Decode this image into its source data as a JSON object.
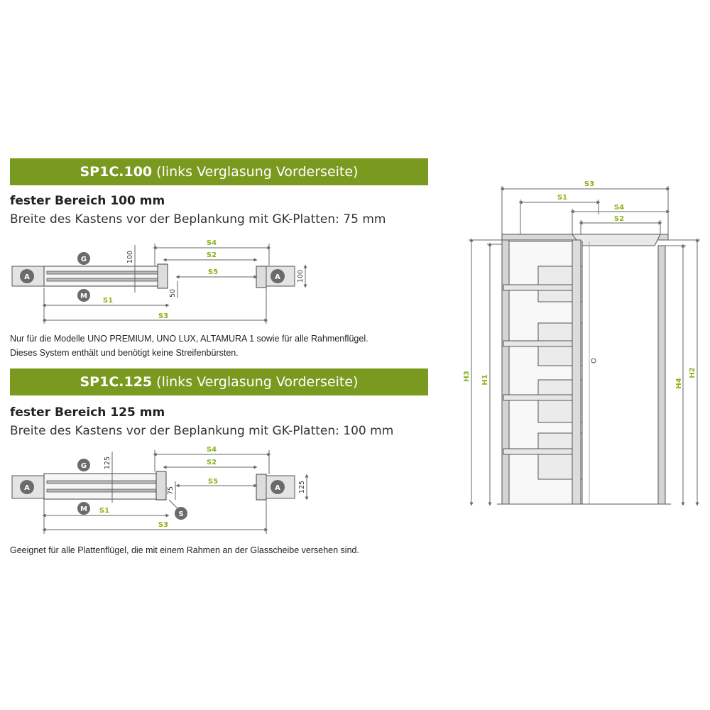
{
  "section1": {
    "code": "SP1C.100",
    "desc": "(links Verglasung Vorderseite)",
    "title": "fester Bereich 100 mm",
    "subtitle": "Breite des Kastens vor der Beplankung mit GK-Platten: 75 mm",
    "note_line1": "Nur für die Modelle UNO PREMIUM, UNO LUX, ALTAMURA 1 sowie für alle Rahmenflügel.",
    "note_line2": "Dieses System enthält und benötigt keine Streifenbürsten.",
    "dims": {
      "height_a": "100",
      "height_b": "100",
      "small": "50"
    }
  },
  "section2": {
    "code": "SP1C.125",
    "desc": "(links Verglasung Vorderseite)",
    "title": "fester Bereich 125 mm",
    "subtitle": "Breite des Kastens vor der Beplankung mit GK-Platten: 100 mm",
    "note_line1": "Geeignet für alle Plattenflügel, die mit einem Rahmen an der Glasscheibe versehen sind.",
    "dims": {
      "height_a": "125",
      "height_b": "125",
      "small": "75"
    }
  },
  "labels": {
    "A": "A",
    "G": "G",
    "M": "M",
    "S": "S",
    "S1": "S1",
    "S2": "S2",
    "S3": "S3",
    "S4": "S4",
    "S5": "S5",
    "H1": "H1",
    "H2": "H2",
    "H3": "H3",
    "H4": "H4"
  },
  "colors": {
    "accent": "#7a9a1f",
    "dimension_label": "#8ab31e",
    "marker": "#6b6b6b"
  }
}
